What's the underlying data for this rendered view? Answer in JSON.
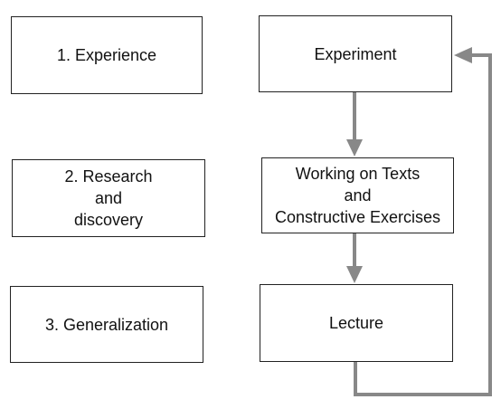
{
  "left_column": {
    "stage1": {
      "label": "1. Experience"
    },
    "stage2": {
      "lines": [
        "2. Research",
        "and",
        "discovery"
      ]
    },
    "stage3": {
      "label": "3. Generalization"
    }
  },
  "right_column": {
    "experiment": {
      "label": "Experiment"
    },
    "working": {
      "lines": [
        "Working on Texts",
        "and",
        "Constructive Exercises"
      ]
    },
    "lecture": {
      "label": "Lecture"
    }
  },
  "colors": {
    "arrow": "#888888",
    "box_border": "#222222"
  }
}
